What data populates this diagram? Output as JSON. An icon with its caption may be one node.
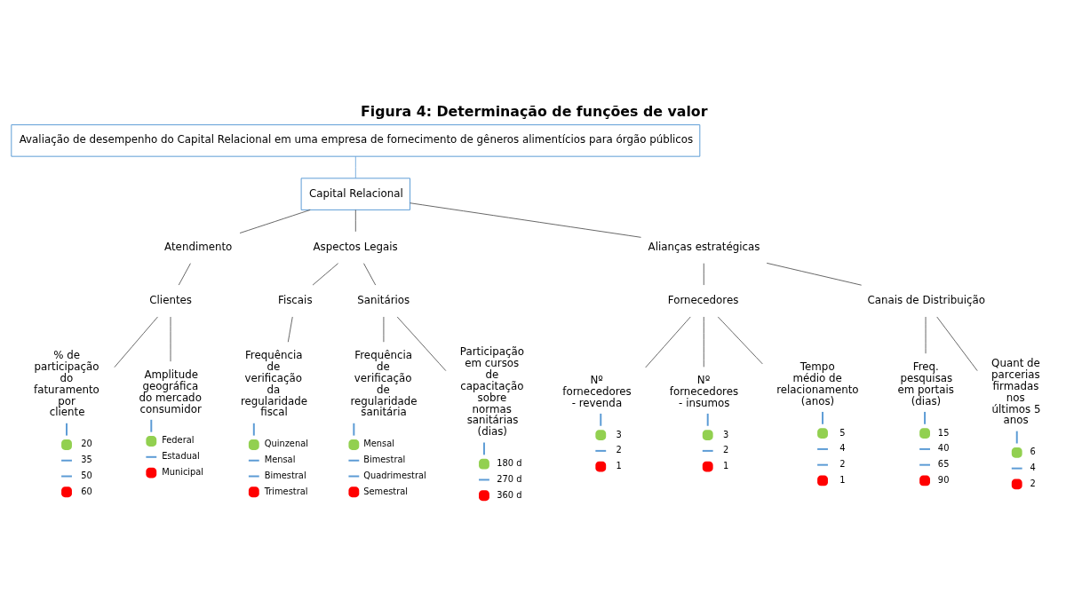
{
  "diagram": {
    "title": "Figura 4: Determinação de funções de valor",
    "nodes": [
      {
        "text": [
          "Avaliação de desempenho do Capital Relacional em uma empresa de fornecimento de gêneros alimentícios para órgão públicos"
        ]
      },
      {
        "text": [
          "Capital Relacional"
        ]
      },
      {
        "text": [
          "Atendimento"
        ]
      },
      {
        "text": [
          "Aspectos Legais"
        ]
      },
      {
        "text": [
          "Alianças estratégicas"
        ]
      },
      {
        "text": [
          "Clientes"
        ]
      },
      {
        "text": [
          "Fiscais"
        ]
      },
      {
        "text": [
          "Sanitários"
        ]
      },
      {
        "text": [
          "Fornecedores"
        ]
      },
      {
        "text": [
          "Canais de Distribuição"
        ]
      },
      {
        "text": [
          "% de participação do faturamento por cliente",
          "20",
          "35",
          "50",
          "60"
        ]
      },
      {
        "text": [
          "Amplitude geográfica do mercado consumidor",
          "Federal",
          "Estadual",
          "Municipal"
        ]
      },
      {
        "text": [
          "Frequência de verificação da regularidade fiscal",
          "Quinzenal",
          "Mensal",
          "Bimestral",
          "Trimestral"
        ]
      },
      {
        "text": [
          "Frequência de verificação de regularidade sanitária",
          "Mensal",
          "Bimestral",
          "Quadrimestral",
          "Semestral"
        ]
      },
      {
        "text": [
          "Participação em cursos de capacitação sobre normas sanitárias (dias)",
          "180 d",
          "270 d",
          "360 d"
        ]
      },
      {
        "text": [
          "Nº fornecedores - revenda",
          "3",
          "2",
          "1"
        ]
      },
      {
        "text": [
          "Nº fornecedores - insumos",
          "3",
          "2",
          "1"
        ]
      },
      {
        "text": [
          "Tempo médio de relacionamento (anos)",
          "5",
          "4",
          "2",
          "1"
        ]
      },
      {
        "text": [
          "Freq. pesquisas em portais (dias)",
          "15",
          "40",
          "65",
          "90"
        ]
      },
      {
        "text": [
          "Quant de parcerias firmadas nos últimos 5 anos",
          "6",
          "4",
          "2"
        ]
      }
    ],
    "edges": [
      {
        "from": 0,
        "to": 1,
        "arrow": "none",
        "color": "#5b9bd5"
      },
      {
        "from": 1,
        "to": 2,
        "arrow": "none"
      },
      {
        "from": 1,
        "to": 3,
        "arrow": "none"
      },
      {
        "from": 1,
        "to": 4,
        "arrow": "none"
      },
      {
        "from": 2,
        "to": 5,
        "arrow": "none"
      },
      {
        "from": 3,
        "to": 6,
        "arrow": "none"
      },
      {
        "from": 3,
        "to": 7,
        "arrow": "none"
      },
      {
        "from": 4,
        "to": 8,
        "arrow": "none"
      },
      {
        "from": 4,
        "to": 9,
        "arrow": "none"
      },
      {
        "from": 5,
        "to": 10,
        "arrow": "none"
      },
      {
        "from": 5,
        "to": 11,
        "arrow": "none"
      },
      {
        "from": 6,
        "to": 12,
        "arrow": "none"
      },
      {
        "from": 7,
        "to": 13,
        "arrow": "none"
      },
      {
        "from": 7,
        "to": 14,
        "arrow": "none"
      },
      {
        "from": 8,
        "to": 15,
        "arrow": "none"
      },
      {
        "from": 8,
        "to": 16,
        "arrow": "none"
      },
      {
        "from": 8,
        "to": 17,
        "arrow": "none"
      },
      {
        "from": 9,
        "to": 18,
        "arrow": "none"
      },
      {
        "from": 9,
        "to": 19,
        "arrow": "none"
      }
    ]
  }
}
